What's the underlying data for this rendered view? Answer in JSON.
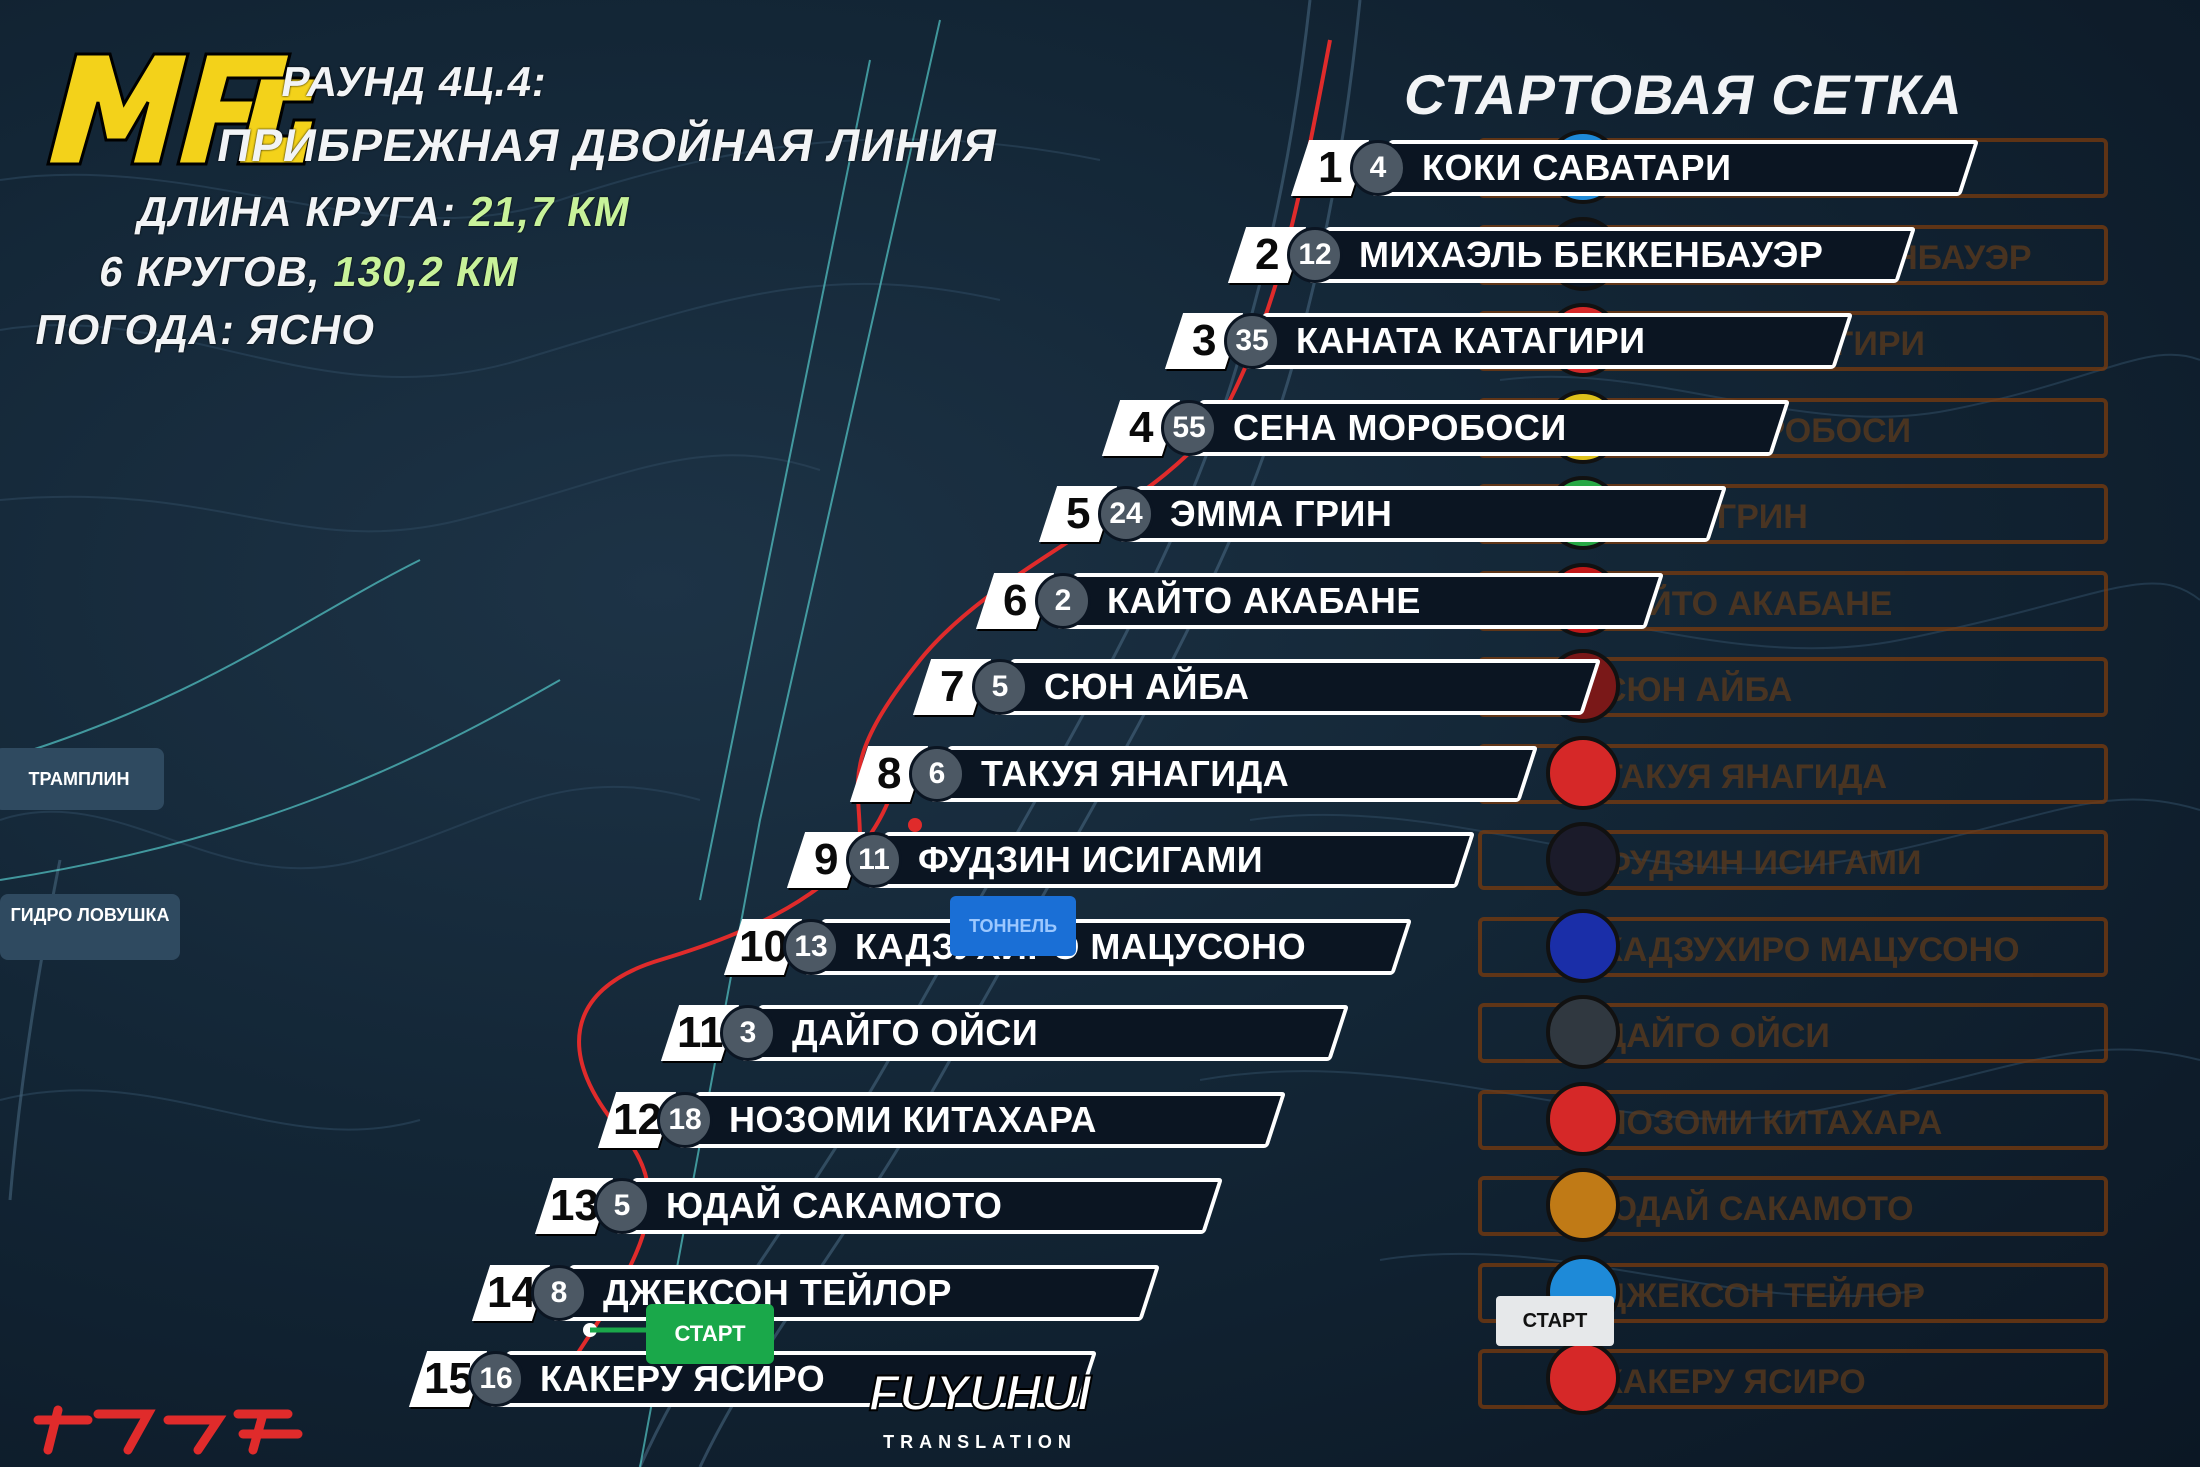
{
  "header": {
    "round_label": "РАУНД 4Ц.4:",
    "track_name": "ПРИБРЕЖНАЯ ДВОЙНАЯ ЛИНИЯ",
    "lap_length_label": "ДЛИНА КРУГА:",
    "lap_length_value": "21,7 КМ",
    "laps_label": "6 КРУГОВ,",
    "laps_distance": "130,2 КМ",
    "weather_label": "ПОГОДА:",
    "weather_value": "ЯСНО"
  },
  "logo_text": "MFG",
  "grid": {
    "title": "СТАРТОВАЯ СЕТКА",
    "entries": [
      {
        "pos": "1",
        "car_no": "4",
        "name": "КОКИ САВАТАРИ"
      },
      {
        "pos": "2",
        "car_no": "12",
        "name": "МИХАЭЛЬ БЕККЕНБАУЭР"
      },
      {
        "pos": "3",
        "car_no": "35",
        "name": "КАНАТА КАТАГИРИ"
      },
      {
        "pos": "4",
        "car_no": "55",
        "name": "СЕНА МОРОБОСИ"
      },
      {
        "pos": "5",
        "car_no": "24",
        "name": "ЭММА ГРИН"
      },
      {
        "pos": "6",
        "car_no": "2",
        "name": "КАЙТО АКАБАНЕ"
      },
      {
        "pos": "7",
        "car_no": "5",
        "name": "СЮН АЙБА"
      },
      {
        "pos": "8",
        "car_no": "6",
        "name": "ТАКУЯ ЯНАГИДА"
      },
      {
        "pos": "9",
        "car_no": "11",
        "name": "ФУДЗИН ИСИГАМИ"
      },
      {
        "pos": "10",
        "car_no": "13",
        "name": "КАДЗУХИРО МАЦУСОНО"
      },
      {
        "pos": "11",
        "car_no": "3",
        "name": "ДАЙГО ОЙСИ"
      },
      {
        "pos": "12",
        "car_no": "18",
        "name": "НОЗОМИ КИТАХАРА"
      },
      {
        "pos": "13",
        "car_no": "5",
        "name": "ЮДАЙ САКАМОТО"
      },
      {
        "pos": "14",
        "car_no": "8",
        "name": "ДЖЕКСОН ТЕЙЛОР"
      },
      {
        "pos": "15",
        "car_no": "16",
        "name": "КАКЕРУ ЯСИРО"
      }
    ]
  },
  "map_labels": {
    "ramp": "ТРАМПЛИН",
    "hydro_trap": "ГИДРО ЛОВУШКА",
    "tunnel": "ТОННЕЛЬ",
    "start": "СТАРТ",
    "start_right": "СТАРТ"
  },
  "brand": {
    "word": "FUYUHUI",
    "sub": "TRANSLATION"
  },
  "colors": {
    "accent_green": "#c8f29a",
    "track_red": "#e02b2b",
    "start_green": "#1aa84a",
    "row_border": "#ffffff",
    "ghost_border": "#7a3b0e"
  },
  "team_colors": [
    "#1e8ad8",
    "#0b1522",
    "#d62828",
    "#e0c21b",
    "#27a844",
    "#c21818",
    "#7a1818",
    "#d62828",
    "#1b1b2a",
    "#1a2ea8",
    "#303840",
    "#d62828",
    "#c07a16",
    "#1e8ad8",
    "#d62828"
  ]
}
